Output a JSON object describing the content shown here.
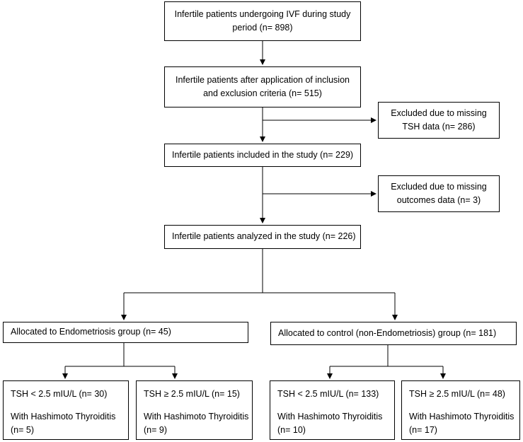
{
  "boxes": {
    "screened": [
      "Infertile patients undergoing IVF during study",
      "period (n= 898)"
    ],
    "eligible": [
      "Infertile patients after application of inclusion",
      "and exclusion criteria (n= 515)"
    ],
    "excluded_tsh": [
      "Excluded due to missing",
      "TSH data (n= 286)"
    ],
    "included": "Infertile patients included in the study (n= 229)",
    "excluded_outcomes": [
      "Excluded due to missing",
      "outcomes data (n= 3)"
    ],
    "analyzed": "Infertile patients analyzed in the study (n= 226)",
    "endometriosis_group": "Allocated to Endometriosis group (n= 45)",
    "control_group": "Allocated to control (non-Endometriosis) group (n= 181)",
    "endo_low": {
      "line1": "TSH < 2.5 mIU/L (n= 30)",
      "line2": "With Hashimoto Thyroiditis",
      "line3": "(n= 5)"
    },
    "endo_high": {
      "line1": "TSH ≥ 2.5 mIU/L (n= 15)",
      "line2": "With Hashimoto Thyroiditis",
      "line3": "(n= 9)"
    },
    "control_low": {
      "line1": "TSH < 2.5 mIU/L (n= 133)",
      "line2": "With Hashimoto Thyroiditis",
      "line3": "(n= 10)"
    },
    "control_high": {
      "line1": "TSH ≥ 2.5 mIU/L (n= 48)",
      "line2": "With Hashimoto Thyroiditis",
      "line3": "(n= 17)"
    }
  }
}
